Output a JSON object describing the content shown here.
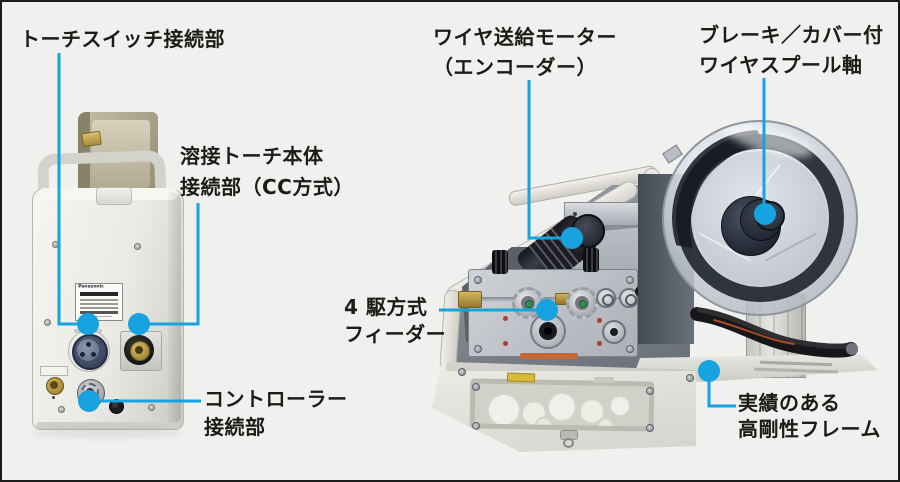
{
  "colors": {
    "accent": "#17a2e0",
    "background": "#f0f0ee",
    "text": "#1d1b18",
    "border": "#1c1c1a"
  },
  "callouts": {
    "torch_switch": {
      "lines": [
        "トーチスイッチ接続部"
      ]
    },
    "torch_body": {
      "lines": [
        "溶接トーチ本体",
        "接続部（CC方式）"
      ]
    },
    "wire_feed_motor": {
      "lines": [
        "ワイヤ送給モーター",
        "（エンコーダー）"
      ]
    },
    "spool_shaft": {
      "lines": [
        "ブレーキ／カバー付",
        "ワイヤスプール軸"
      ]
    },
    "feeder": {
      "lines": [
        "4 駆方式",
        "フィーダー"
      ]
    },
    "controller": {
      "lines": [
        "コントローラー",
        "接続部"
      ]
    },
    "frame": {
      "lines": [
        "実績のある",
        "高剛性フレーム"
      ]
    }
  },
  "equipment": {
    "brand_label": "Panasonic"
  }
}
